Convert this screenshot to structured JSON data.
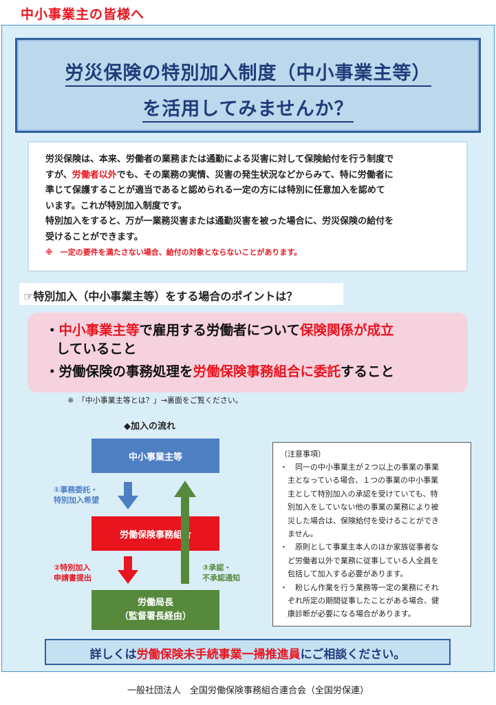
{
  "header": {
    "label": "中小事業主の皆様へ"
  },
  "title": {
    "line1": "労災保険の特別加入制度（中小事業主等）",
    "line2": "を活用してみませんか？"
  },
  "intro": {
    "l1": "労災保険は、本来、労働者の業務または通勤による災害に対して保険給付を行う制度で",
    "l2_prefix": "すが、",
    "l2_red": "労働者以外",
    "l2_suffix": "でも、その業務の実情、災害の発生状況などからみて、特に労働者に",
    "l3": "準じて保護することが適当であると認められる一定の方には特別に任意加入を認めて",
    "l4": "います。これが特別加入制度です。",
    "l5": "特別加入をすると、万が一業務災害または通勤災害を被った場合に、労災保険の給付を",
    "l6": "受けることができます。",
    "note": "※　一定の要件を満たさない場合、給付の対象とならないことがあります。"
  },
  "points": {
    "heading": "☞特別加入（中小事業主等）をする場合のポイントは？",
    "p1_bullet": "・",
    "p1_red1": "中小事業主等",
    "p1_mid": "で雇用する労働者について",
    "p1_red2": "保険関係が成立",
    "p1_cont": "していること",
    "p2_bullet": "・",
    "p2_pre": "労働保険の事務処理を",
    "p2_red": "労働保険事務組合に委託",
    "p2_post": "すること",
    "see_back": "※　「中小事業主等とは？」→裏面をご覧ください。"
  },
  "flow": {
    "title": "◆加入の流れ",
    "box1": "中小事業主等",
    "box2": "労働保険事務組合",
    "box3_l1": "労働局長",
    "box3_l2": "（監督署長経由）",
    "step1_l1": "①事務委託・",
    "step1_l2": "特別加入希望",
    "step2_l1": "②特別加入",
    "step2_l2": "申請書提出",
    "step3_l1": "③承認・",
    "step3_l2": "不承認通知",
    "colors": {
      "blue": "#4f7fc3",
      "red": "#e8141e",
      "green": "#56893b"
    }
  },
  "notice": {
    "title": "（注意事項）",
    "lines": [
      "・　同一の中小事業主が２つ以上の事業の事業",
      "　主となっている場合、１つの事業の中小事業",
      "　主として特別加入の承認を受けていても、特",
      "　別加入をしていない他の事業の業務により被",
      "　災した場合は、保険給付を受けることができ",
      "　ません。",
      "・　原則として事業主本人のほか家族従事者な",
      "　ど労働者以外で業務に従事している人全員を",
      "　包括して加入する必要があります。",
      "・　粉じん作業を行う業務等一定の業務にそれ",
      "　ぞれ所定の期間従事したことがある場合、健",
      "　康診断が必要になる場合があります。"
    ]
  },
  "contact": {
    "pre": "詳しくは",
    "red": "労働保険未手続事業一掃推進員",
    "post": "にご相談ください。"
  },
  "footer": {
    "text": "一般社団法人　全国労働保険事務組合連合会（全国労保連）"
  },
  "colors": {
    "accent_red": "#e8141e",
    "navy": "#1f3c7a",
    "panel_bg": "#daeef8",
    "pink": "#f6d2de"
  }
}
